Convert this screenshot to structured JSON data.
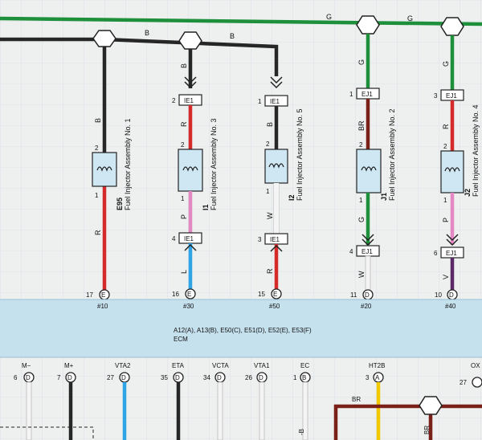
{
  "wire_labels": {
    "G": "G",
    "B": "B",
    "BR": "BR",
    "R": "R",
    "P": "P",
    "W": "W",
    "L": "L",
    "V": "V"
  },
  "pin": {
    "p1": "1",
    "p2": "2",
    "p3": "3",
    "p4": "4",
    "p6": "6"
  },
  "connectors": {
    "ie1": "IE1",
    "ej1": "EJ1"
  },
  "injectors": [
    {
      "code": "E95",
      "name": "Fuel Injector Assembly No. 1",
      "ecm_pin": "17",
      "ecm_conn": "E",
      "signal": "#10"
    },
    {
      "code": "I1",
      "name": "Fuel Injector Assembly No. 3",
      "ecm_pin": "16",
      "ecm_conn": "E",
      "signal": "#30"
    },
    {
      "code": "I2",
      "name": "Fuel Injector Assembly No. 5",
      "ecm_pin": "15",
      "ecm_conn": "E",
      "signal": "#50"
    },
    {
      "code": "J1",
      "name": "Fuel Injector Assembly No. 2",
      "ecm_pin": "11",
      "ecm_conn": "D",
      "signal": "#20"
    },
    {
      "code": "J2",
      "name": "Fuel Injector Assembly No. 4",
      "ecm_pin": "10",
      "ecm_conn": "D",
      "signal": "#40"
    }
  ],
  "ecm": {
    "connectors": "A12(A), A13(B), E50(C), E51(D), E52(E), E53(F)",
    "name": "ECM"
  },
  "bottom_terminals": [
    {
      "name": "M−",
      "pin": "6",
      "conn": "D"
    },
    {
      "name": "M+",
      "pin": "7",
      "conn": "D"
    },
    {
      "name": "VTA2",
      "pin": "27",
      "conn": "D"
    },
    {
      "name": "ETA",
      "pin": "35",
      "conn": "D"
    },
    {
      "name": "VCTA",
      "pin": "34",
      "conn": "D"
    },
    {
      "name": "VTA1",
      "pin": "26",
      "conn": "D"
    },
    {
      "name": "EC",
      "pin": "1",
      "conn": "B"
    },
    {
      "name": "HT2B",
      "pin": "3",
      "conn": "A"
    },
    {
      "name": "OX",
      "pin": "27",
      "conn": ""
    }
  ],
  "lower_wire_labels": {
    "br_bottom": "BR",
    "b_partial": "-B"
  },
  "colors": {
    "green": "#1e8f3a",
    "black": "#262626",
    "red": "#d42a2a",
    "pink": "#e488c4",
    "white_wire": "#f4f4f4",
    "blue": "#2fa5e6",
    "purple": "#5b2a66",
    "brown": "#7a2018",
    "yellow": "#f2c800",
    "ecm_band": "#c6e1ee",
    "injector_fill": "#cfe6f3",
    "grid": "#c7d6e6"
  }
}
